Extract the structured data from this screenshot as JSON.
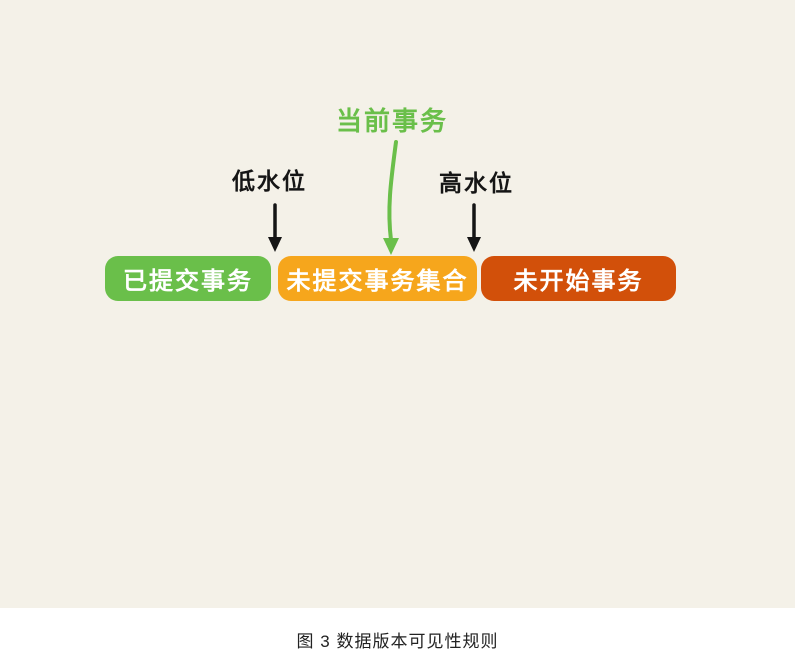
{
  "diagram": {
    "background_color": "#f4f1e8",
    "current_transaction": {
      "label": "当前事务",
      "color": "#6abf4a"
    },
    "low_watermark": {
      "label": "低水位",
      "color": "#151515"
    },
    "high_watermark": {
      "label": "高水位",
      "color": "#151515"
    },
    "watermark_arrow_color": "#151515",
    "boxes": [
      {
        "label": "已提交事务",
        "color": "#6abf4a",
        "text_color": "#ffffff"
      },
      {
        "label": "未提交事务集合",
        "color": "#f6a61c",
        "text_color": "#ffffff"
      },
      {
        "label": "未开始事务",
        "color": "#d2500a",
        "text_color": "#ffffff"
      }
    ]
  },
  "caption": {
    "text": "图 3 数据版本可见性规则"
  }
}
